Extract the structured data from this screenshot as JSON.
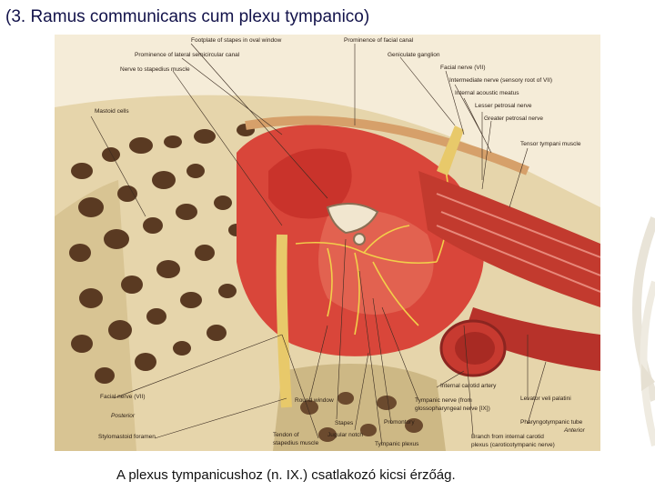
{
  "slide": {
    "title": "(3. Ramus communicans cum plexu tympanico)",
    "caption": "A plexus tympanicushoz (n. IX.) csatlakozó kicsi érzőág."
  },
  "figure": {
    "labels": {
      "footplate": "Footplate of stapes in oval window",
      "prom_lat_canal": "Prominence of lateral semicircular canal",
      "nerve_stapedius": "Nerve to stapedius muscle",
      "mastoid_cells": "Mastoid cells",
      "prom_facial": "Prominence of facial canal",
      "geniculate": "Geniculate ganglion",
      "facial_vii": "Facial nerve (VII)",
      "intermediate": "Intermediate nerve (sensory root of VII)",
      "internal_meatus": "Internal acoustic meatus",
      "lesser_petrosal": "Lesser petrosal nerve",
      "greater_petrosal": "Greater petrosal nerve",
      "tensor_tympani": "Tensor tympani muscle",
      "facial_lower": "Facial nerve (VII)",
      "posterior": "Posterior",
      "stylomastoid": "Stylomastoid foramen",
      "round_window": "Round window",
      "stapes": "Stapes",
      "jugular_notch": "Jugular notch",
      "tendon_stapedius_1": "Tendon of",
      "tendon_stapedius_2": "stapedius muscle",
      "tympanic_plexus": "Tympanic plexus",
      "promontory": "Promontory",
      "internal_carotid": "Internal carotid artery",
      "tympanic_nerve_1": "Tympanic nerve (from",
      "tympanic_nerve_2": "glossopharyngeal nerve [IX])",
      "levator": "Levator veli palatini",
      "pharyngotympanic": "Pharyngotympanic tube",
      "anterior": "Anterior",
      "branch_carotid_1": "Branch from internal carotid",
      "branch_carotid_2": "plexus (caroticotympanic nerve)"
    }
  },
  "colors": {
    "title": "#12124a",
    "bone": "#e8d8b0",
    "bone_cells": "#5a3a22",
    "mucosa": "#d9463a",
    "nerve": "#f2cf4a"
  }
}
